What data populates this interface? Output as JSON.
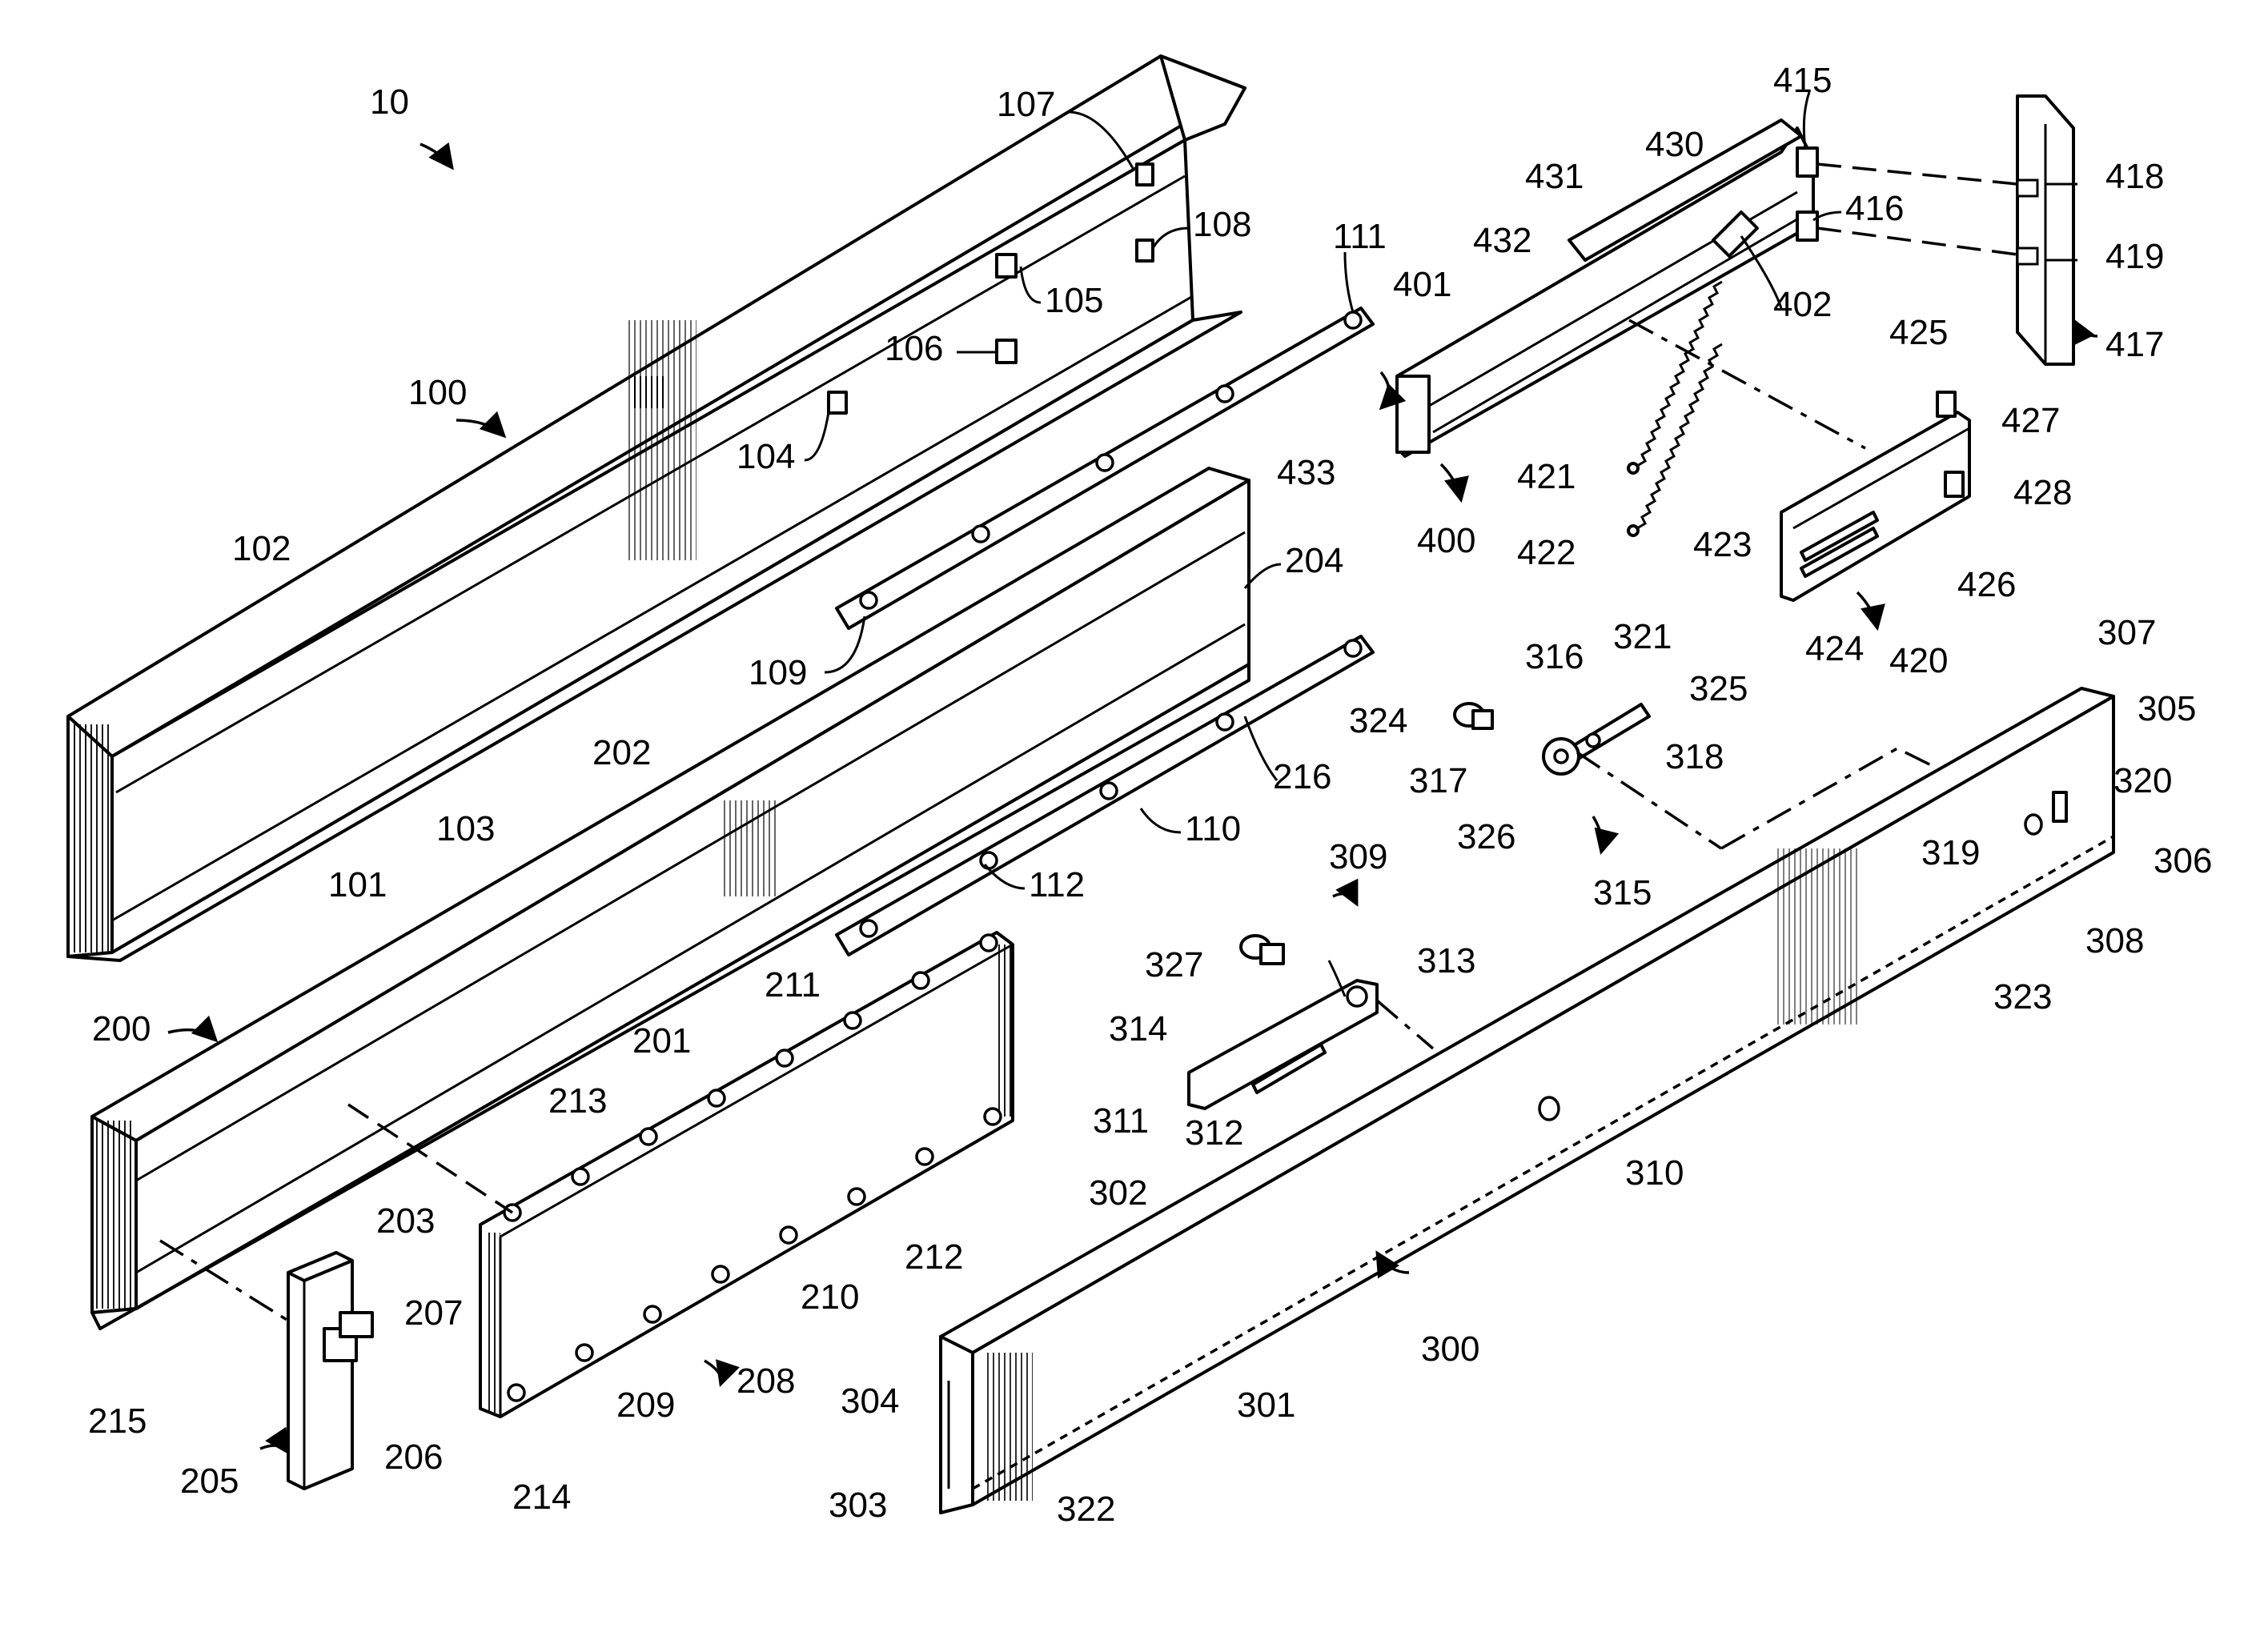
{
  "figure": {
    "labels": [
      {
        "key": "l10",
        "text": "10"
      },
      {
        "key": "l100",
        "text": "100"
      },
      {
        "key": "l101",
        "text": "101"
      },
      {
        "key": "l102",
        "text": "102"
      },
      {
        "key": "l103",
        "text": "103"
      },
      {
        "key": "l104",
        "text": "104"
      },
      {
        "key": "l105",
        "text": "105"
      },
      {
        "key": "l106",
        "text": "106"
      },
      {
        "key": "l107",
        "text": "107"
      },
      {
        "key": "l108",
        "text": "108"
      },
      {
        "key": "l109",
        "text": "109"
      },
      {
        "key": "l110",
        "text": "110"
      },
      {
        "key": "l111",
        "text": "111"
      },
      {
        "key": "l112",
        "text": "112"
      },
      {
        "key": "l200",
        "text": "200"
      },
      {
        "key": "l201",
        "text": "201"
      },
      {
        "key": "l202",
        "text": "202"
      },
      {
        "key": "l203",
        "text": "203"
      },
      {
        "key": "l204",
        "text": "204"
      },
      {
        "key": "l205",
        "text": "205"
      },
      {
        "key": "l206",
        "text": "206"
      },
      {
        "key": "l207",
        "text": "207"
      },
      {
        "key": "l208",
        "text": "208"
      },
      {
        "key": "l209",
        "text": "209"
      },
      {
        "key": "l210",
        "text": "210"
      },
      {
        "key": "l211",
        "text": "211"
      },
      {
        "key": "l212",
        "text": "212"
      },
      {
        "key": "l213",
        "text": "213"
      },
      {
        "key": "l214",
        "text": "214"
      },
      {
        "key": "l215",
        "text": "215"
      },
      {
        "key": "l216",
        "text": "216"
      },
      {
        "key": "l300",
        "text": "300"
      },
      {
        "key": "l301",
        "text": "301"
      },
      {
        "key": "l302",
        "text": "302"
      },
      {
        "key": "l303",
        "text": "303"
      },
      {
        "key": "l304",
        "text": "304"
      },
      {
        "key": "l305",
        "text": "305"
      },
      {
        "key": "l306",
        "text": "306"
      },
      {
        "key": "l307",
        "text": "307"
      },
      {
        "key": "l308",
        "text": "308"
      },
      {
        "key": "l309",
        "text": "309"
      },
      {
        "key": "l310",
        "text": "310"
      },
      {
        "key": "l311",
        "text": "311"
      },
      {
        "key": "l312",
        "text": "312"
      },
      {
        "key": "l313",
        "text": "313"
      },
      {
        "key": "l314",
        "text": "314"
      },
      {
        "key": "l315",
        "text": "315"
      },
      {
        "key": "l316",
        "text": "316"
      },
      {
        "key": "l317",
        "text": "317"
      },
      {
        "key": "l318",
        "text": "318"
      },
      {
        "key": "l319",
        "text": "319"
      },
      {
        "key": "l320",
        "text": "320"
      },
      {
        "key": "l321",
        "text": "321"
      },
      {
        "key": "l322",
        "text": "322"
      },
      {
        "key": "l323",
        "text": "323"
      },
      {
        "key": "l324",
        "text": "324"
      },
      {
        "key": "l325",
        "text": "325"
      },
      {
        "key": "l326",
        "text": "326"
      },
      {
        "key": "l327",
        "text": "327"
      },
      {
        "key": "l400",
        "text": "400"
      },
      {
        "key": "l401",
        "text": "401"
      },
      {
        "key": "l402",
        "text": "402"
      },
      {
        "key": "l415",
        "text": "415"
      },
      {
        "key": "l416",
        "text": "416"
      },
      {
        "key": "l417",
        "text": "417"
      },
      {
        "key": "l418",
        "text": "418"
      },
      {
        "key": "l419",
        "text": "419"
      },
      {
        "key": "l420",
        "text": "420"
      },
      {
        "key": "l421",
        "text": "421"
      },
      {
        "key": "l422",
        "text": "422"
      },
      {
        "key": "l423",
        "text": "423"
      },
      {
        "key": "l424",
        "text": "424"
      },
      {
        "key": "l425",
        "text": "425"
      },
      {
        "key": "l426",
        "text": "426"
      },
      {
        "key": "l427",
        "text": "427"
      },
      {
        "key": "l428",
        "text": "428"
      },
      {
        "key": "l430",
        "text": "430"
      },
      {
        "key": "l431",
        "text": "431"
      },
      {
        "key": "l432",
        "text": "432"
      },
      {
        "key": "l433",
        "text": "433"
      }
    ]
  }
}
